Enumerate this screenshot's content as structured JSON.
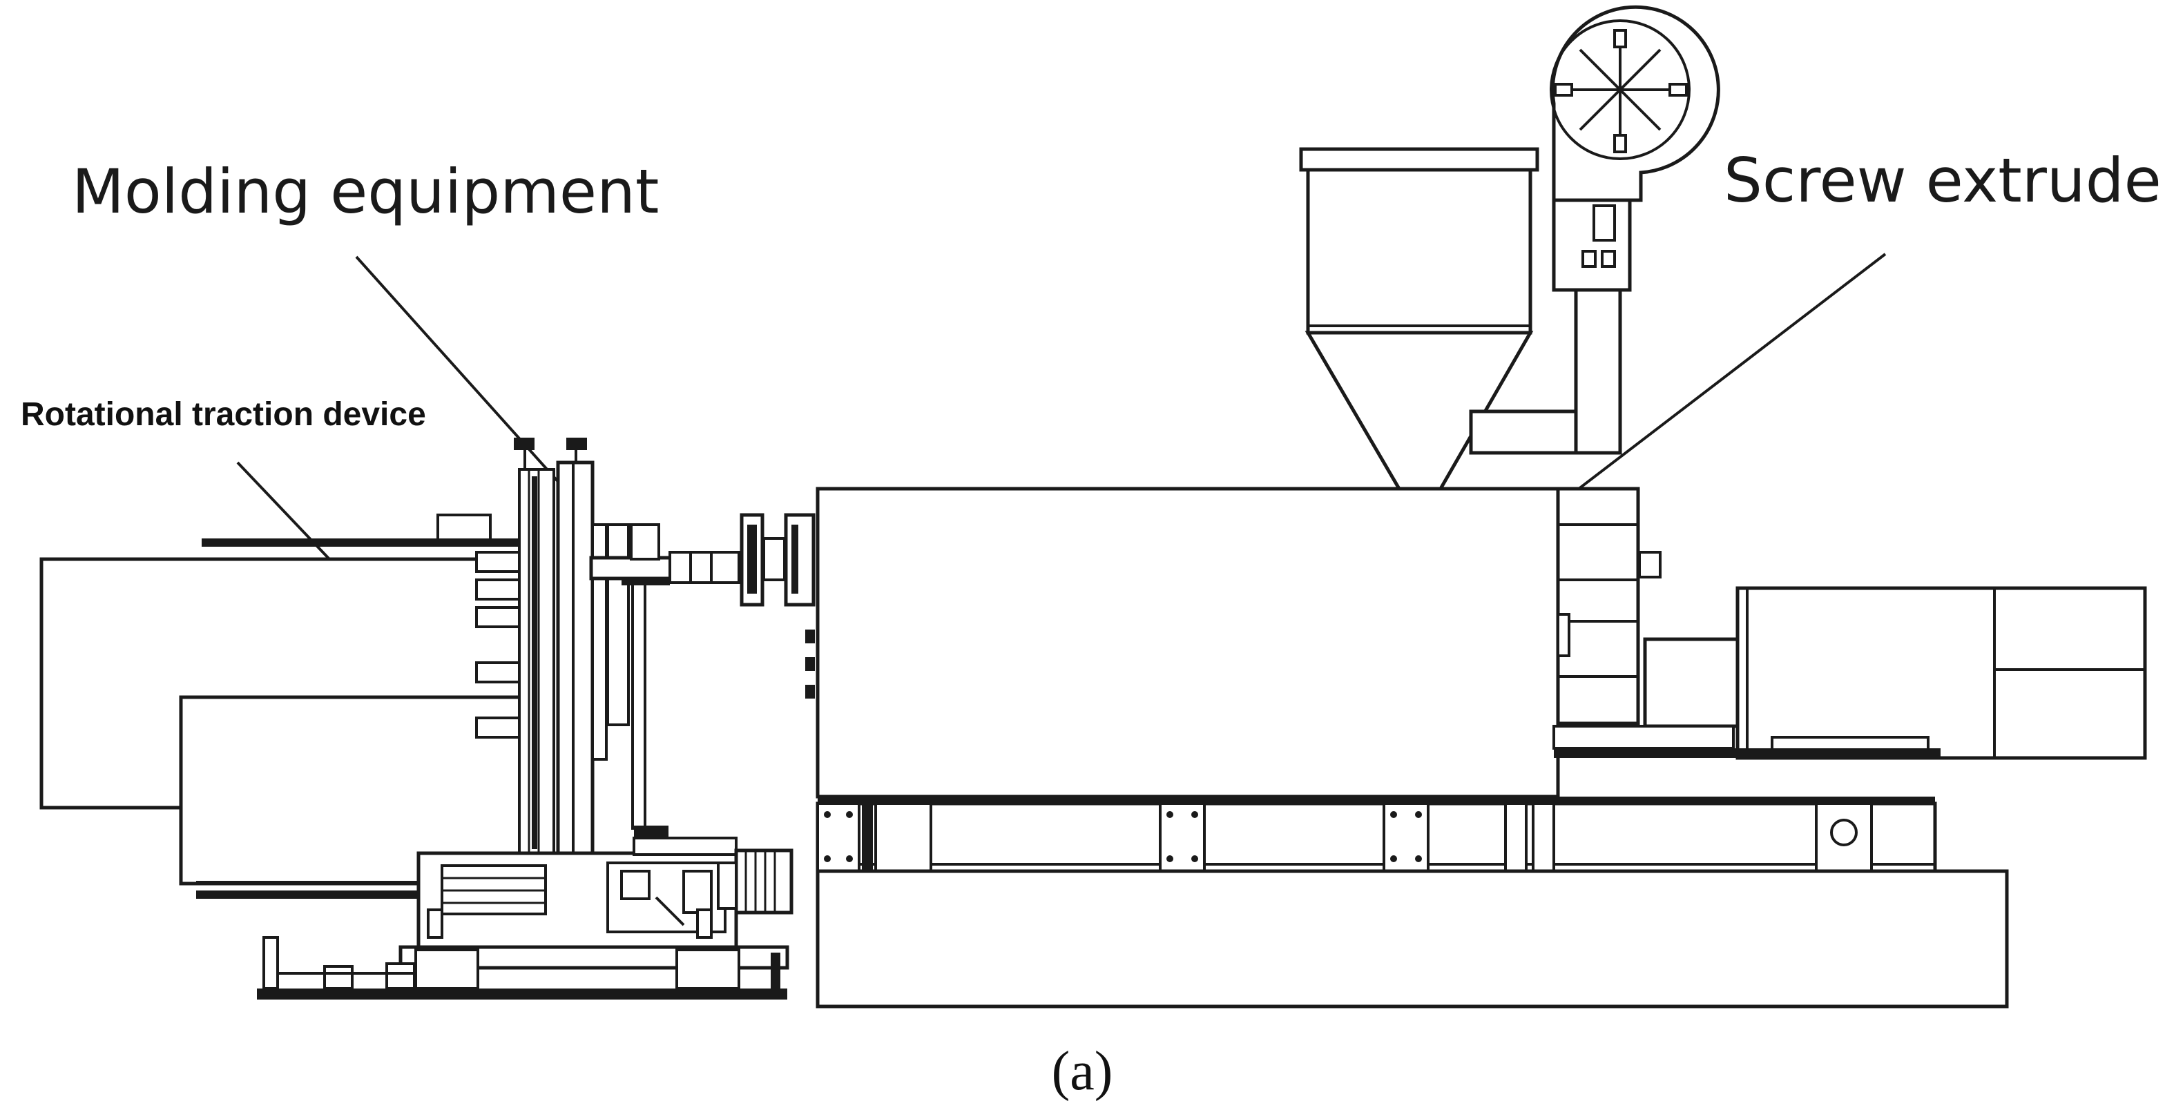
{
  "labels": {
    "molding_equipment": "Molding equipment",
    "rotational_traction_device": "Rotational traction device",
    "screw_extruder": "Screw extruder"
  },
  "caption": "(a)",
  "colors": {
    "line": "#1a1a1a",
    "background": "#ffffff"
  }
}
